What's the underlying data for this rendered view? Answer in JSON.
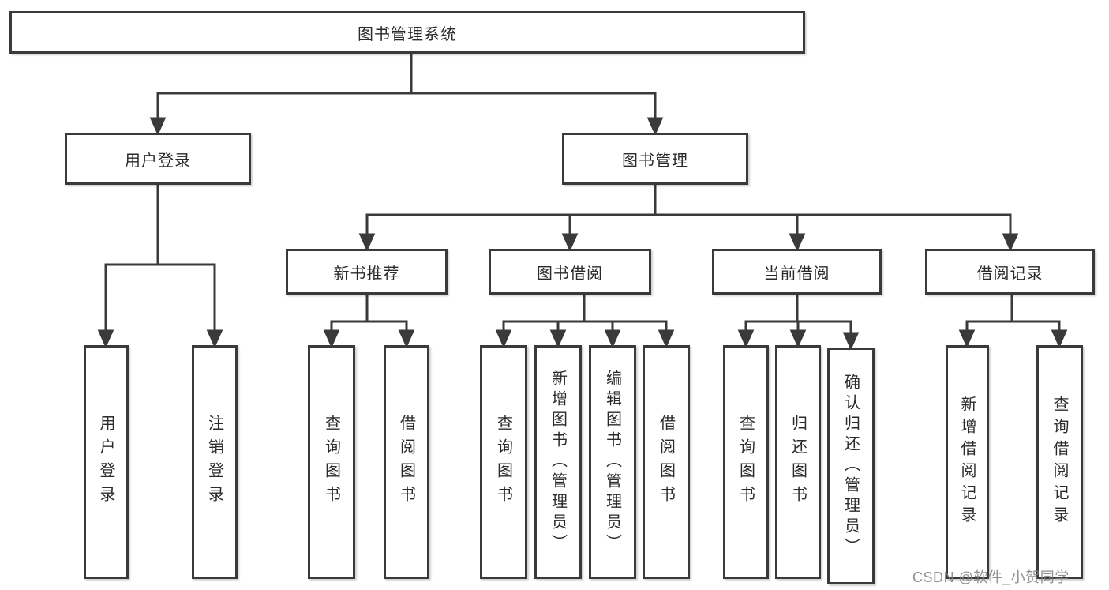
{
  "diagram": {
    "root": {
      "label": "图书管理系统"
    },
    "level2": {
      "user_login": {
        "label": "用户登录",
        "leaves": [
          "用户登录",
          "注销登录"
        ]
      },
      "book_management": {
        "label": "图书管理"
      }
    },
    "level3": {
      "new_book_recommend": {
        "label": "新书推荐",
        "leaves": [
          "查询图书",
          "借阅图书"
        ]
      },
      "book_borrowing": {
        "label": "图书借阅",
        "leaves": [
          "查询图书",
          "新增图书（管理员）",
          "编辑图书（管理员）",
          "借阅图书"
        ]
      },
      "current_borrowing": {
        "label": "当前借阅",
        "leaves": [
          "查询图书",
          "归还图书",
          "确认归还（管理员）"
        ]
      },
      "borrowing_records": {
        "label": "借阅记录",
        "leaves": [
          "新增借阅记录",
          "查询借阅记录"
        ]
      }
    },
    "line_color": "#3a3a3a"
  },
  "watermark": {
    "text": "CSDN @软件_小贺同学"
  }
}
